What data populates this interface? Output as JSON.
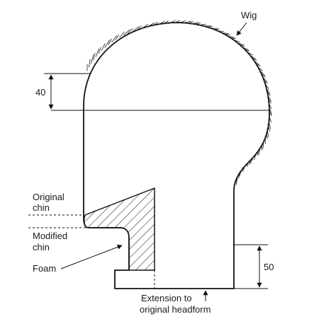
{
  "labels": {
    "wig": "Wig",
    "original_chin_1": "Original",
    "original_chin_2": "chin",
    "modified_chin_1": "Modified",
    "modified_chin_2": "chin",
    "foam": "Foam",
    "extension_1": "Extension to",
    "extension_2": "original headform"
  },
  "dimensions": {
    "top": "40",
    "bottom": "50"
  },
  "colors": {
    "ink": "#111111",
    "background": "#ffffff"
  }
}
